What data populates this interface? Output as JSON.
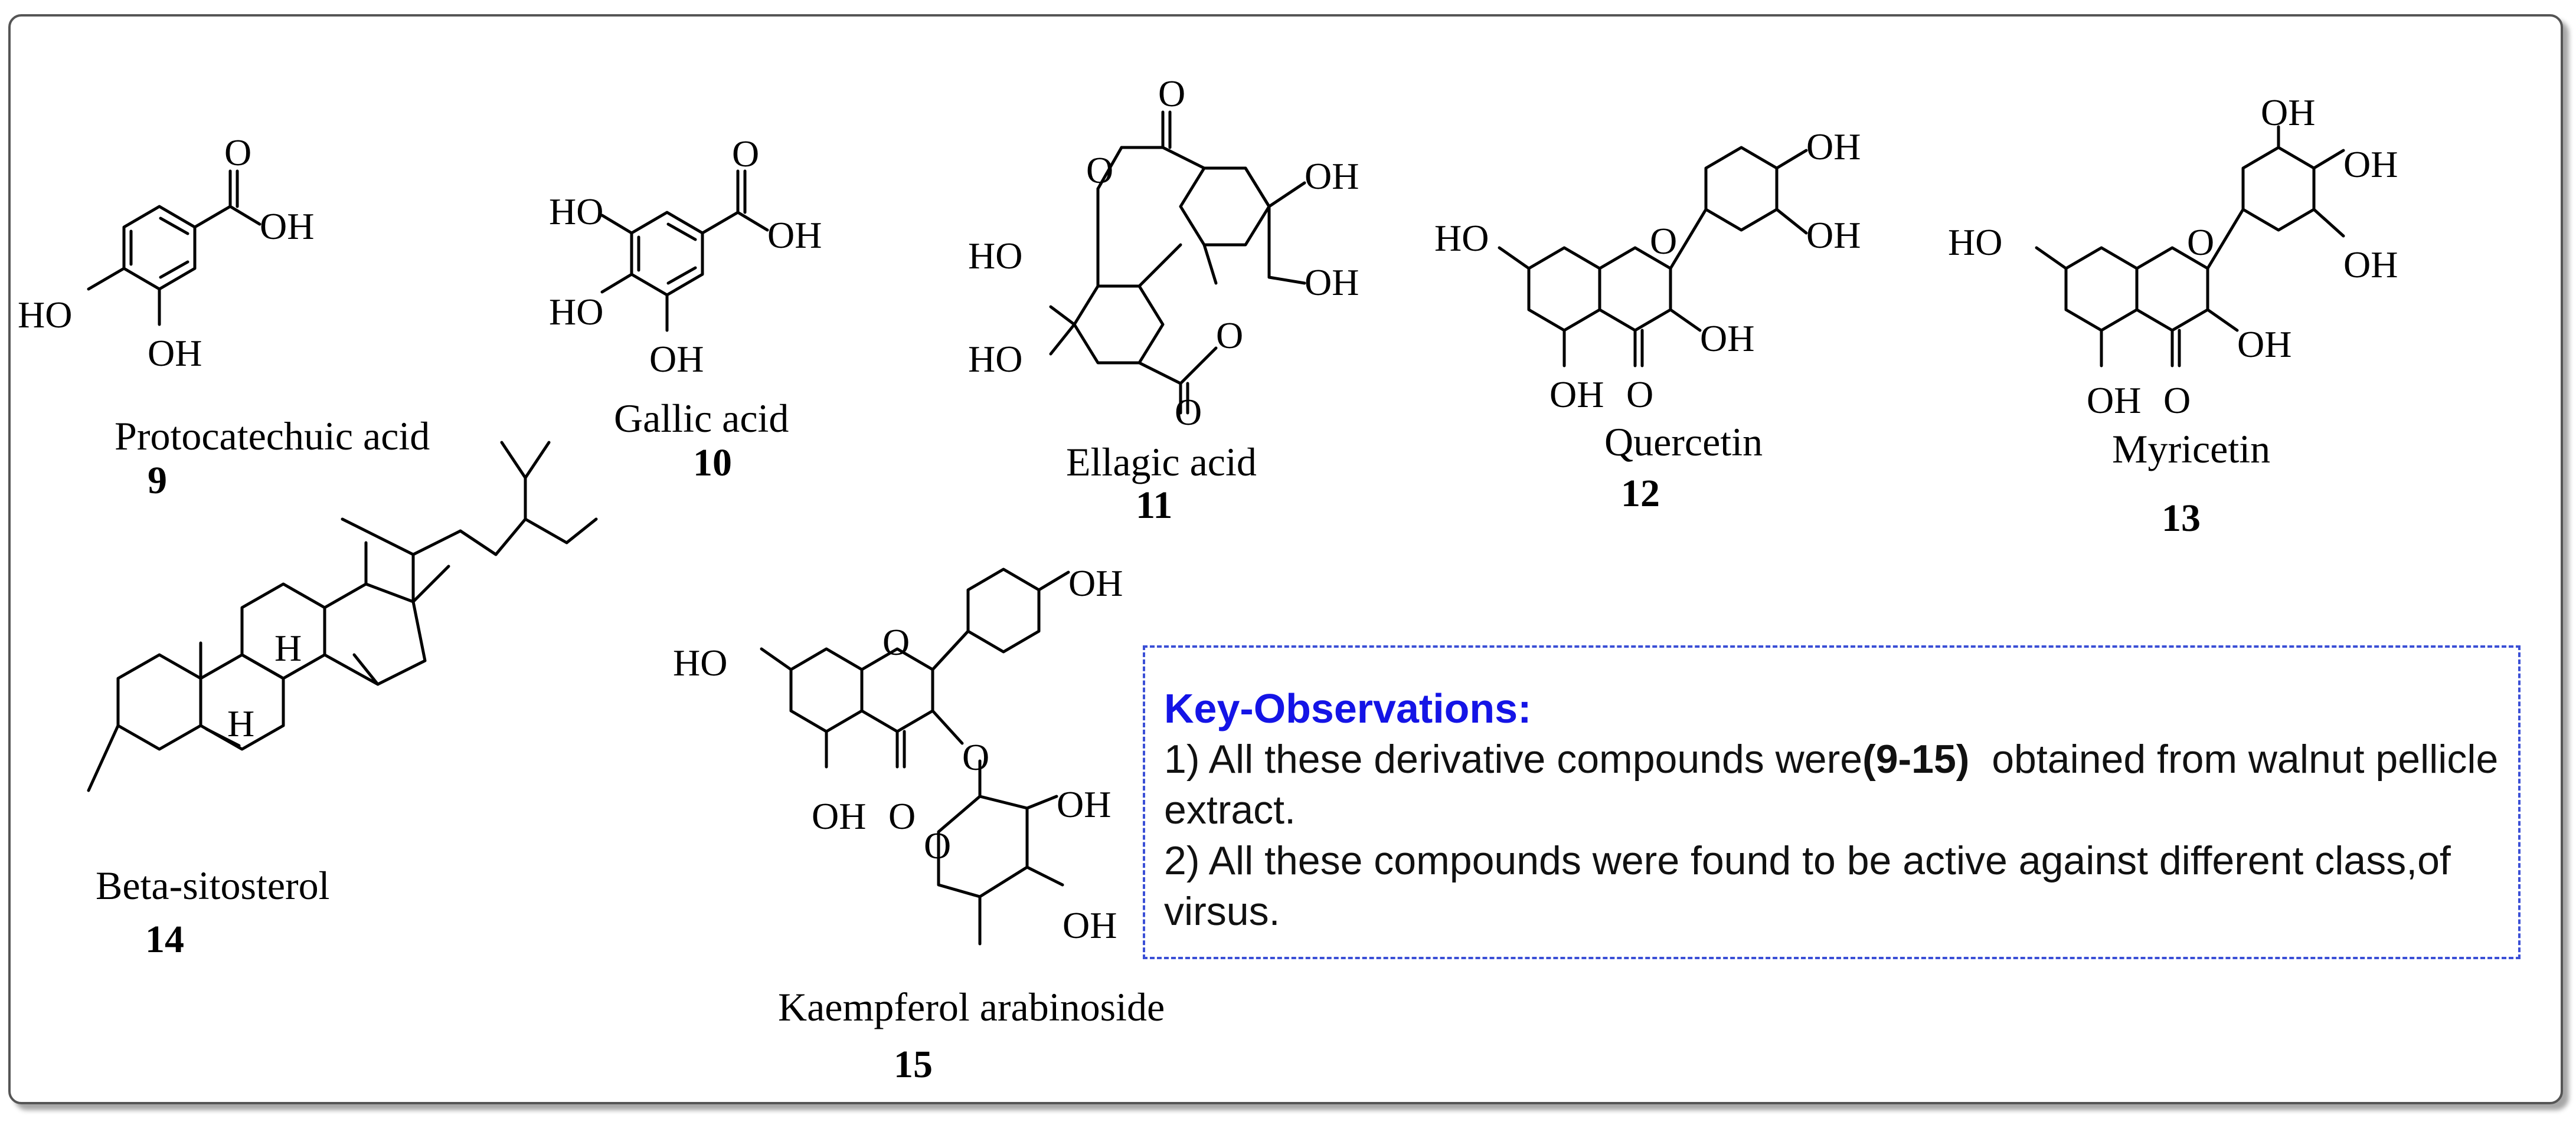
{
  "compounds": [
    {
      "name": "Protocatechuic acid",
      "number": "9"
    },
    {
      "name": "Gallic acid",
      "number": "10"
    },
    {
      "name": "Ellagic acid",
      "number": "11"
    },
    {
      "name": "Quercetin",
      "number": "12"
    },
    {
      "name": "Myricetin",
      "number": "13"
    },
    {
      "name": "Beta-sitosterol",
      "number": "14"
    },
    {
      "name": "Kaempferol arabinoside",
      "number": "15"
    }
  ],
  "atoms": {
    "oh": "OH",
    "ho": "HO",
    "o": "O",
    "h": "H"
  },
  "key_observations": {
    "heading": "Key-Observations:",
    "line1_pre": "1) All these derivative compounds were",
    "line1_bold": "(9-15)",
    "line1_post": "  obtained from walnut pellicle  extract.",
    "line2": "2) All these compounds were found to be active against different class,of virsus."
  },
  "colors": {
    "frame_border": "#555555",
    "box_border": "#3a4fd6",
    "heading": "#1414e6"
  }
}
